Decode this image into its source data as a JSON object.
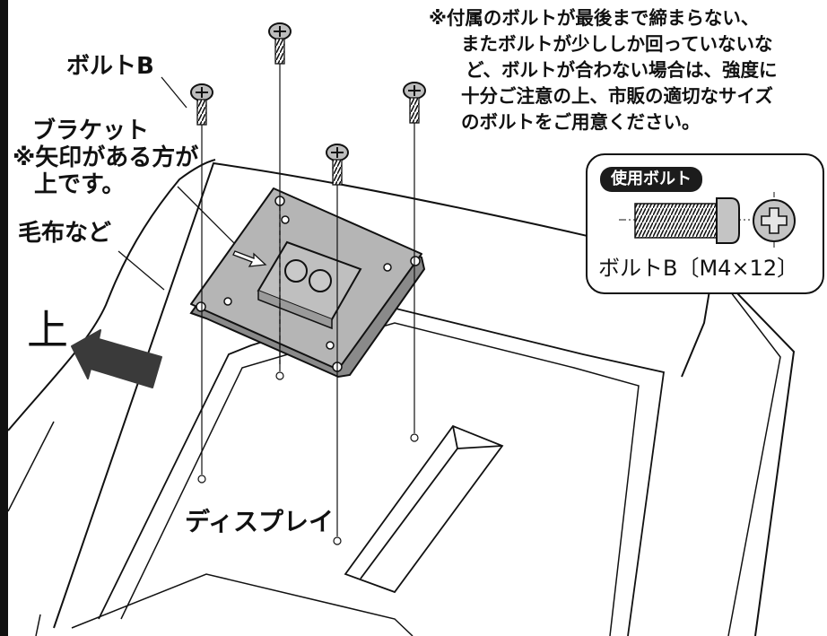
{
  "labels": {
    "bolt_b": "ボルトB",
    "bracket": "ブラケット",
    "arrow_note_1": "※矢印がある方が",
    "arrow_note_2": "上です。",
    "blanket": "毛布など",
    "up": "上",
    "display": "ディスプレイ"
  },
  "caution_note": {
    "lines": [
      "※付属のボルトが最後まで締まらない、",
      "またボルトが少ししか回っていないな",
      "ど、ボルトが合わない場合は、強度に",
      "十分ご注意の上、市販の適切なサイズ",
      "のボルトをご用意ください。"
    ]
  },
  "bolt_callout": {
    "badge": "使用ボルト",
    "spec": "ボルトB〔M4×12〕"
  },
  "colors": {
    "bracket_fill": "#b5b5b5",
    "badge_bg": "#1c1c1c",
    "arrow_fill": "#3a3a3a",
    "line": "#111111"
  }
}
